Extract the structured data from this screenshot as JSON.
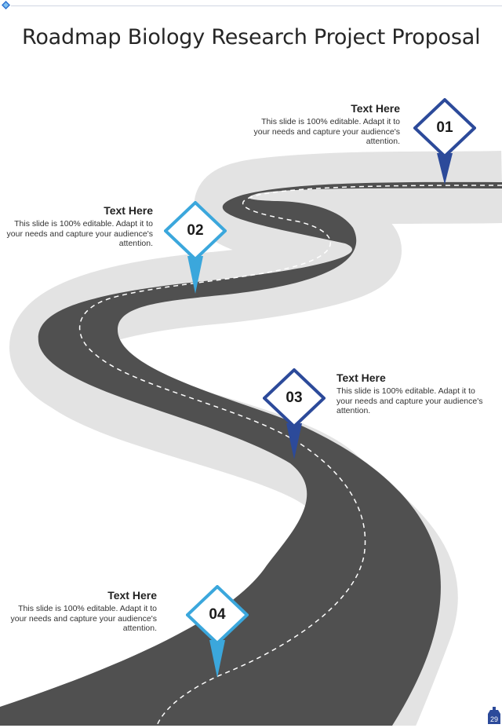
{
  "title": "Roadmap Biology Research Project Proposal",
  "colors": {
    "dark_blue": "#2c4a9a",
    "light_blue": "#3ba7dc",
    "road": "#515151"
  },
  "steps": [
    {
      "number": "01",
      "heading": "Text Here",
      "body": "This slide is 100% editable. Adapt it to your needs and capture your audience's attention."
    },
    {
      "number": "02",
      "heading": "Text Here",
      "body": "This slide is 100% editable. Adapt it to your needs and capture your audience's attention."
    },
    {
      "number": "03",
      "heading": "Text Here",
      "body": "This slide is 100% editable. Adapt it to your needs and capture your audience's attention."
    },
    {
      "number": "04",
      "heading": "Text Here",
      "body": "This slide is 100% editable. Adapt it to your needs and capture your audience's attention."
    }
  ],
  "page_number": "29"
}
